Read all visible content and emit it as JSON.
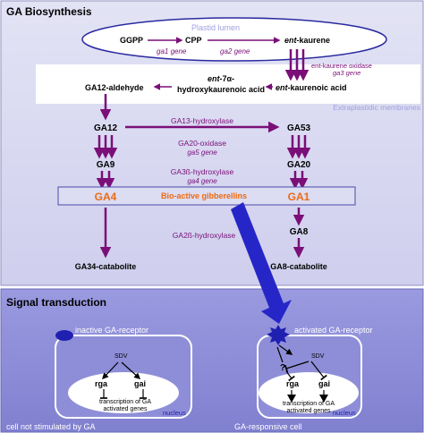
{
  "colors": {
    "top_bg": "#dcdcf2",
    "bottom_bg": "#8e8ed8",
    "purple": "#7a0f78",
    "enzyme_purple": "#7a0f78",
    "orange": "#ee6a10",
    "blue_arrow": "#2626c8",
    "lavender_text": "#a0a0e0",
    "receptor_blue": "#2020b0"
  },
  "biosynthesis": {
    "title": "GA Biosynthesis",
    "plastid_label": "Plastid lumen",
    "extraplastidic_label": "Extraplastidic membranes",
    "ggpp": "GGPP",
    "cpp": "CPP",
    "ent_kaurene_prefix": "ent",
    "ent_kaurene_suffix": "-kaurene",
    "ga1_gene": "ga1 gene",
    "ga2_gene": "ga2 gene",
    "kaurene_oxidase": "ent-kaurene oxidase",
    "ga3_gene": "ga3 gene",
    "ent_kaurenoic_prefix": "ent",
    "ent_kaurenoic_suffix": "-kaurenoic acid",
    "hydroxy_line1_prefix": "ent",
    "hydroxy_line1_suffix": "-7α-",
    "hydroxy_line2": "hydroxykaurenoic acid",
    "ga12_aldehyde": "GA12-aldehyde",
    "ga12": "GA12",
    "ga53": "GA53",
    "ga13_hydroxylase": "GA13-hydroxylase",
    "ga20_oxidase": "GA20-oxidase",
    "ga5_gene": "ga5 gene",
    "ga9": "GA9",
    "ga20": "GA20",
    "ga3b_hydroxylase": "GA3ß-hydroxylase",
    "ga4_gene": "ga4 gene",
    "ga4": "GA4",
    "ga1": "GA1",
    "bioactive": "Bio-active gibberellins",
    "ga2b_hydroxylase": "GA2ß-hydroxylase",
    "ga8": "GA8",
    "ga34_catabolite": "GA34-catabolite",
    "ga8_catabolite": "GA8-catabolite"
  },
  "signal": {
    "title": "Signal transduction",
    "inactive_receptor": "inactive GA-receptor",
    "activated_receptor": "activated GA-receptor",
    "sdv_left": "SDV",
    "sdv_right": "SDV",
    "rga_left": "rga",
    "gai_left": "gai",
    "rga_right": "rga",
    "gai_right": "gai",
    "question": "?",
    "transcription_left_1": "transcription of GA",
    "transcription_left_2": "activated genes",
    "transcription_right_1": "transcription of GA",
    "transcription_right_2": "activated genes",
    "nucleus_left": "nucleus",
    "nucleus_right": "nucleus",
    "caption_left": "cell not stimulated by GA",
    "caption_right": "GA-responsive cell"
  }
}
